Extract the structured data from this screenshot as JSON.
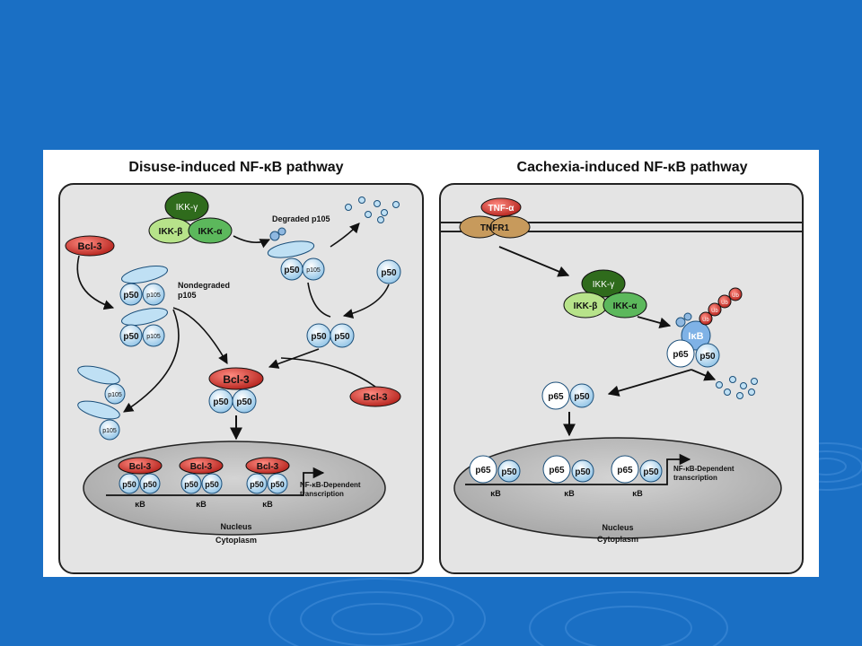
{
  "colors": {
    "slide_bg": "#1a6fc4",
    "panel": "#e6e6e6",
    "nucleus": "#b9b9b9",
    "bcl3": "#d9302a",
    "p50": "#bfe0f4",
    "ikk_gamma": "#2f6b1c",
    "ikk_beta": "#b7e38a",
    "ikk_alpha": "#5cb85c",
    "tnf": "#e8382d",
    "tnfr": "#c79a5c",
    "p65": "#ffffff"
  },
  "left": {
    "title": "Disuse-induced NF-κB pathway",
    "ikk_gamma": "IKK-γ",
    "ikk_beta": "IKK-β",
    "ikk_alpha": "IKK-α",
    "degraded": "Degraded p105",
    "nondegraded_1": "Nondegraded",
    "nondegraded_2": "p105",
    "bcl3": "Bcl-3",
    "p50": "p50",
    "p105": "p105",
    "kb": "κB",
    "transcription_1": "NF-κB-Dependent",
    "transcription_2": "transcription",
    "nucleus": "Nucleus",
    "cytoplasm": "Cytoplasm"
  },
  "right": {
    "title": "Cachexia-induced NF-κB pathway",
    "tnf": "TNF-α",
    "tnfr": "TNFR1",
    "ikk_gamma": "IKK-γ",
    "ikk_beta": "IKK-β",
    "ikk_alpha": "IKK-α",
    "ikb": "IκB",
    "ub": "Ub",
    "p65": "p65",
    "p50": "p50",
    "kb": "κB",
    "transcription_1": "NF-κB-Dependent",
    "transcription_2": "transcription",
    "nucleus": "Nucleus",
    "cytoplasm": "Cytoplasm"
  }
}
